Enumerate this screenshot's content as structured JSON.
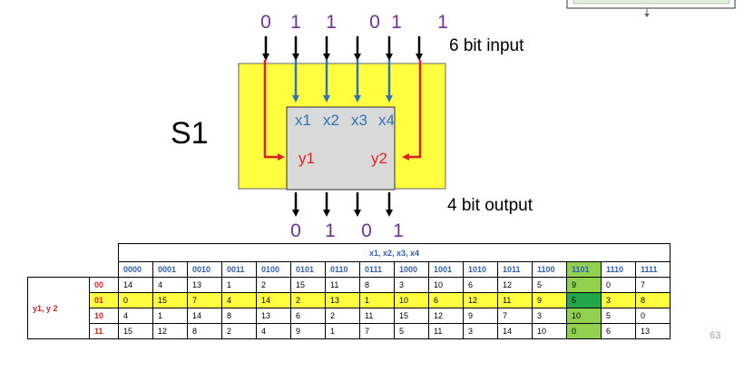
{
  "diagram": {
    "sbox_label": "S1",
    "input_bits": [
      "0",
      "1",
      "1",
      "0",
      "1",
      "1"
    ],
    "output_bits": [
      "0",
      "1",
      "0",
      "1"
    ],
    "input_caption": "6 bit input",
    "output_caption": "4 bit output",
    "x_labels": [
      "x1",
      "x2",
      "x3",
      "x4"
    ],
    "y_labels": [
      "y1",
      "y2"
    ]
  },
  "table": {
    "title": "x1, x2, x3, x4",
    "column_headers": [
      "0000",
      "0001",
      "0010",
      "0011",
      "0100",
      "0101",
      "0110",
      "0111",
      "1000",
      "1001",
      "1010",
      "1011",
      "1100",
      "1101",
      "1110",
      "1111"
    ],
    "row_group_label": "y1, y 2",
    "rows": [
      {
        "label": "00",
        "values": [
          "14",
          "4",
          "13",
          "1",
          "2",
          "15",
          "11",
          "8",
          "3",
          "10",
          "6",
          "12",
          "5",
          "9",
          "0",
          "7"
        ]
      },
      {
        "label": "01",
        "values": [
          "0",
          "15",
          "7",
          "4",
          "14",
          "2",
          "13",
          "1",
          "10",
          "6",
          "12",
          "11",
          "9",
          "5",
          "3",
          "8"
        ]
      },
      {
        "label": "10",
        "values": [
          "4",
          "1",
          "14",
          "8",
          "13",
          "6",
          "2",
          "11",
          "15",
          "12",
          "9",
          "7",
          "3",
          "10",
          "5",
          "0"
        ]
      },
      {
        "label": "11",
        "values": [
          "15",
          "12",
          "8",
          "2",
          "4",
          "9",
          "1",
          "7",
          "5",
          "11",
          "3",
          "14",
          "10",
          "0",
          "6",
          "13"
        ]
      }
    ],
    "highlighted_row": 1,
    "highlighted_column": 13
  },
  "page_number": "63",
  "colors": {
    "bit_purple": "#7030a0",
    "arrow_blue": "#2e75b6",
    "arrow_red": "#e02020",
    "outer_box": "#ffff40",
    "inner_box": "#d9d9d9",
    "row_highlight": "#ffff40",
    "column_highlight": "#92d050",
    "cross_highlight": "#21a64a"
  }
}
